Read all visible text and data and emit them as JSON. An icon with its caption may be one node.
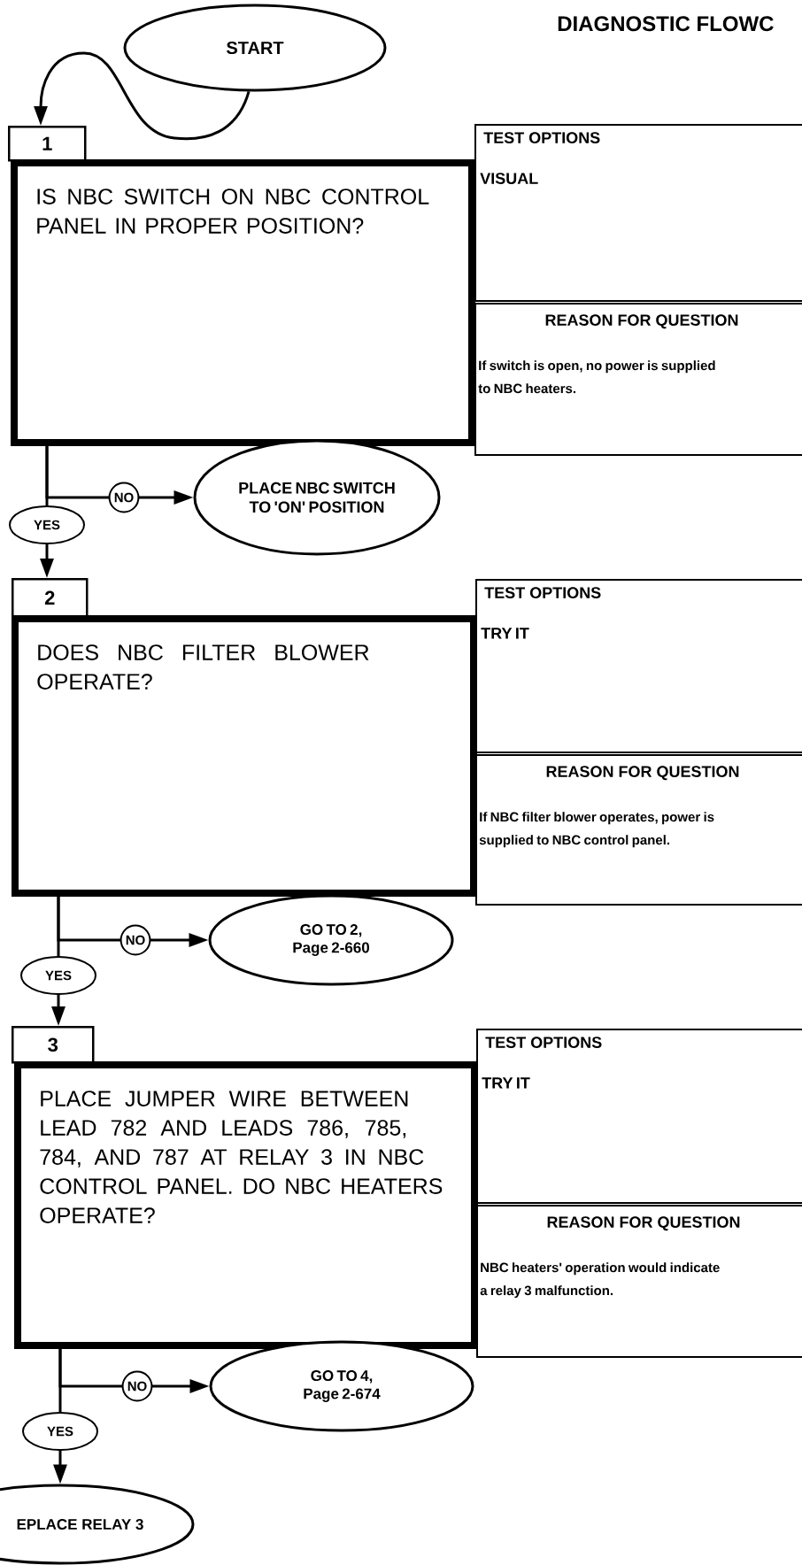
{
  "diagram": {
    "title": "DIAGNOSTIC FLOWC",
    "nodes": [
      {
        "text": [
          "START"
        ]
      },
      {
        "text": [
          "1",
          "IS NBC SWITCH ON NBC CONTROL PANEL IN PROPER POSITION?"
        ]
      },
      {
        "text": [
          "TEST OPTIONS",
          "VISUAL"
        ]
      },
      {
        "text": [
          "REASON FOR QUESTION",
          "If switch is open, no power is supplied to NBC heaters."
        ]
      },
      {
        "text": [
          "PLACE NBC SWITCH TO 'ON' POSITION"
        ]
      },
      {
        "text": [
          "2",
          "DOES NBC FILTER BLOWER OPERATE?"
        ]
      },
      {
        "text": [
          "TEST OPTIONS",
          "TRY IT"
        ]
      },
      {
        "text": [
          "REASON FOR QUESTION",
          "If NBC filter blower operates, power is supplied to NBC control panel."
        ]
      },
      {
        "text": [
          "GO TO 2, Page 2-660"
        ]
      },
      {
        "text": [
          "3",
          "PLACE JUMPER WIRE BETWEEN LEAD 782 AND LEADS 786, 785, 784, AND 787 AT RELAY 3 IN NBC CONTROL PANEL. DO NBC HEATERS OPERATE?"
        ]
      },
      {
        "text": [
          "TEST OPTIONS",
          "TRY IT"
        ]
      },
      {
        "text": [
          "REASON FOR QUESTION",
          "NBC heaters' operation would indicate a relay 3 malfunction."
        ]
      },
      {
        "text": [
          "GO TO 4, Page 2-674"
        ]
      },
      {
        "text": [
          "EPLACE RELAY 3"
        ]
      }
    ],
    "edges": [
      {
        "from": 0,
        "to": 1,
        "arrow": "to"
      },
      {
        "from": 1,
        "to": 4,
        "arrow": "to",
        "label": "NO"
      },
      {
        "from": 1,
        "to": 5,
        "arrow": "to",
        "label": "YES"
      },
      {
        "from": 5,
        "to": 8,
        "arrow": "to",
        "label": "NO"
      },
      {
        "from": 5,
        "to": 9,
        "arrow": "to",
        "label": "YES"
      },
      {
        "from": 9,
        "to": 12,
        "arrow": "to",
        "label": "NO"
      },
      {
        "from": 9,
        "to": 13,
        "arrow": "to",
        "label": "YES"
      }
    ]
  }
}
